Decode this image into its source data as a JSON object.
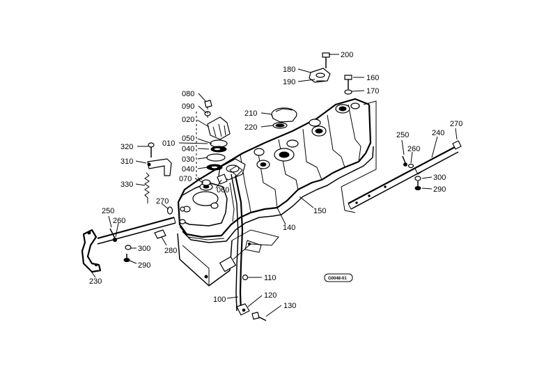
{
  "diagram": {
    "drawing_code": "G0048-01",
    "labels": [
      {
        "id": "p200",
        "text": "200"
      },
      {
        "id": "p180",
        "text": "180"
      },
      {
        "id": "p190",
        "text": "190"
      },
      {
        "id": "p160",
        "text": "160"
      },
      {
        "id": "p170",
        "text": "170"
      },
      {
        "id": "p080",
        "text": "080"
      },
      {
        "id": "p090",
        "text": "090"
      },
      {
        "id": "p020",
        "text": "020"
      },
      {
        "id": "p210",
        "text": "210"
      },
      {
        "id": "p220",
        "text": "220"
      },
      {
        "id": "p010",
        "text": "010"
      },
      {
        "id": "p050",
        "text": "050"
      },
      {
        "id": "p040a",
        "text": "040"
      },
      {
        "id": "p030",
        "text": "030"
      },
      {
        "id": "p040b",
        "text": "040"
      },
      {
        "id": "p320",
        "text": "320"
      },
      {
        "id": "p310",
        "text": "310"
      },
      {
        "id": "p070",
        "text": "070"
      },
      {
        "id": "p060",
        "text": "060"
      },
      {
        "id": "p330",
        "text": "330"
      },
      {
        "id": "p270a",
        "text": "270"
      },
      {
        "id": "p250a",
        "text": "250"
      },
      {
        "id": "p260a",
        "text": "260"
      },
      {
        "id": "p300a",
        "text": "300"
      },
      {
        "id": "p280",
        "text": "280"
      },
      {
        "id": "p290a",
        "text": "290"
      },
      {
        "id": "p230",
        "text": "230"
      },
      {
        "id": "p140",
        "text": "140"
      },
      {
        "id": "p150",
        "text": "150"
      },
      {
        "id": "p110",
        "text": "110"
      },
      {
        "id": "p100",
        "text": "100"
      },
      {
        "id": "p120",
        "text": "120"
      },
      {
        "id": "p130",
        "text": "130"
      },
      {
        "id": "p250b",
        "text": "250"
      },
      {
        "id": "p240",
        "text": "240"
      },
      {
        "id": "p270b",
        "text": "270"
      },
      {
        "id": "p260b",
        "text": "260"
      },
      {
        "id": "p300b",
        "text": "300"
      },
      {
        "id": "p290b",
        "text": "290"
      }
    ]
  }
}
